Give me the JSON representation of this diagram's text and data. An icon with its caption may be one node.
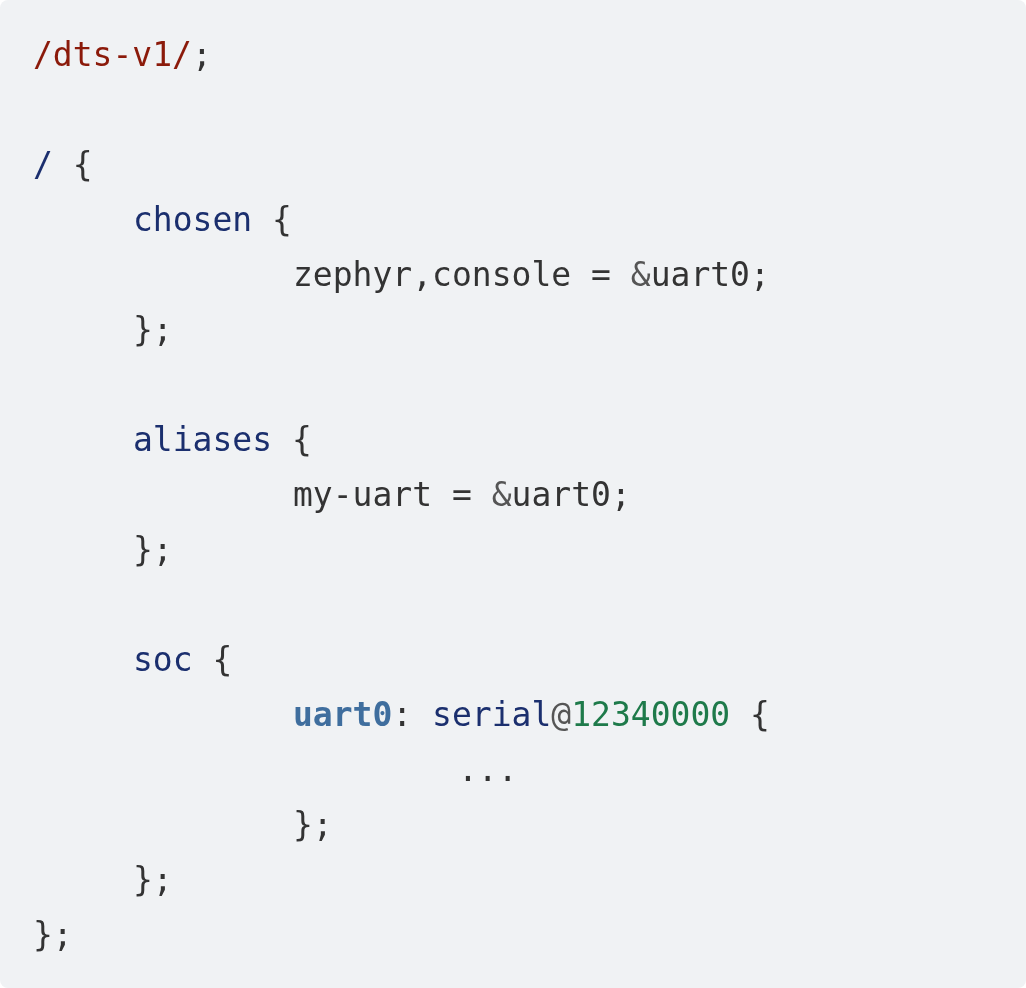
{
  "diagram": {
    "labels": [
      "/dts-v1/;",
      "/ {",
      "chosen {",
      "zephyr,console = &uart0;",
      "};",
      "aliases {",
      "my-uart = &uart0;",
      "};",
      "soc {",
      "uart0: serial@12340000 {",
      "...",
      "};",
      "};",
      "};"
    ]
  }
}
